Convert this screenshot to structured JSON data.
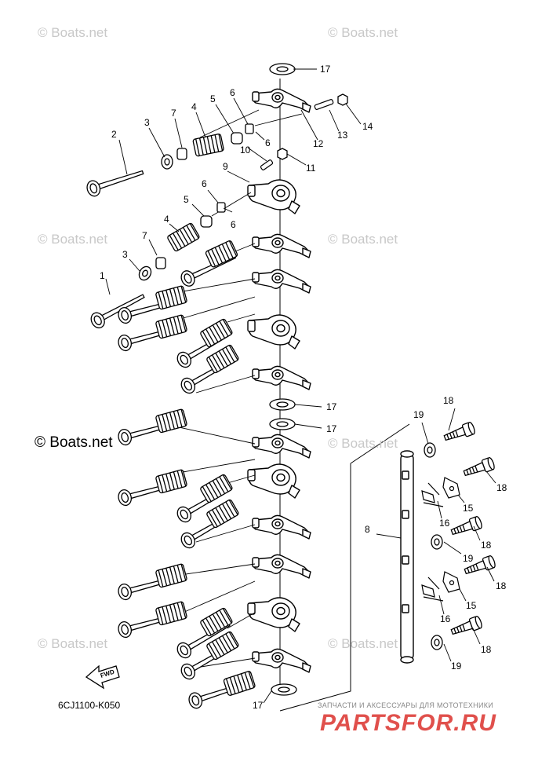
{
  "watermarks": {
    "small": "© Boats.net",
    "main": "© Boats.net"
  },
  "diagram_code": "6CJ1100-K050",
  "fwd_label": "FWD",
  "shop": {
    "tagline": "ЗАПЧАСТИ И АКСЕССУАРЫ ДЛЯ МОТОТЕХНИКИ",
    "brand": "PARTSFOR.RU"
  },
  "callouts": {
    "n1": "1",
    "n2": "2",
    "n3": "3",
    "n4": "4",
    "n5": "5",
    "n6": "6",
    "n7": "7",
    "n8": "8",
    "n9": "9",
    "n10": "10",
    "n11": "11",
    "n12": "12",
    "n13": "13",
    "n14": "14",
    "n15": "15",
    "n16": "16",
    "n17": "17",
    "n18": "18",
    "n19": "19"
  },
  "colors": {
    "line": "#000000",
    "watermark": "#c8c8c8",
    "brand": "#e0504c",
    "background": "#ffffff"
  }
}
